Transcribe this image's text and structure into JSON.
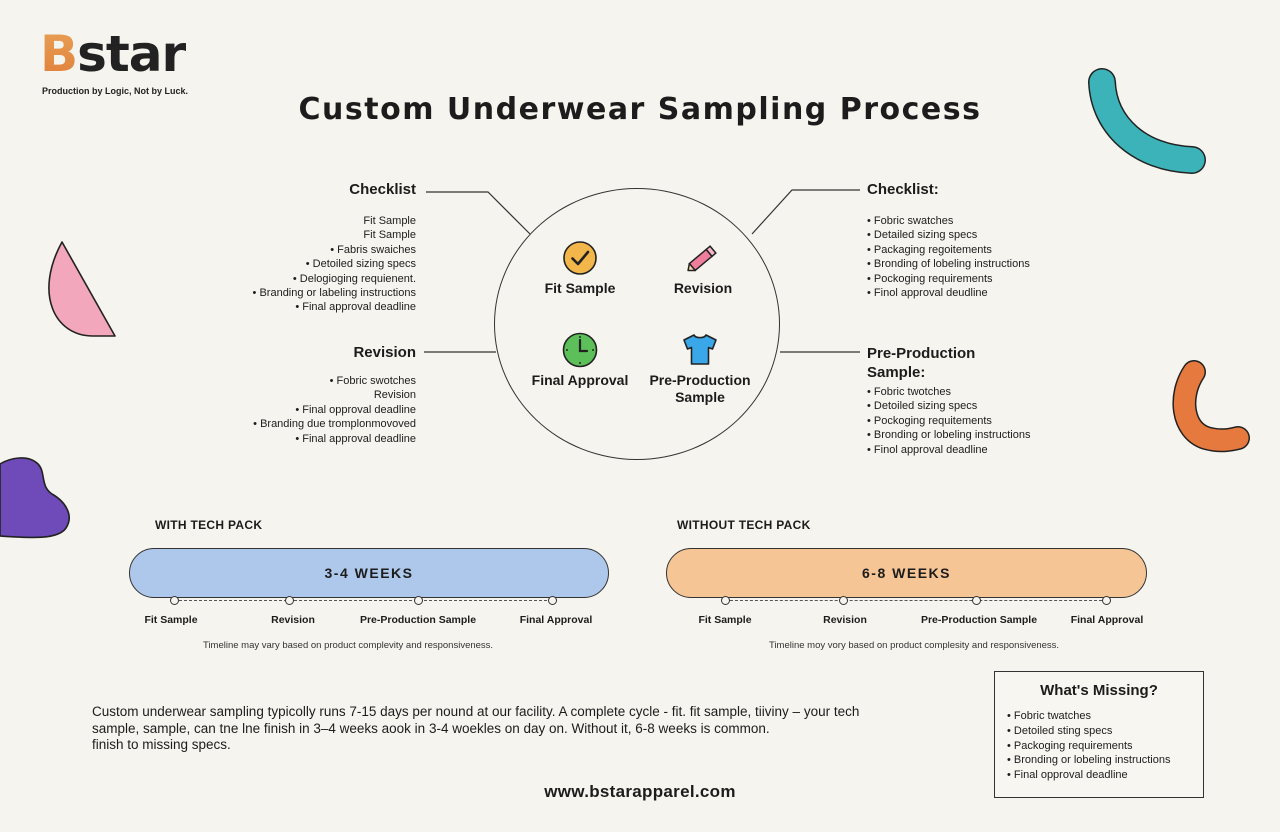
{
  "brand": {
    "logo_b": "B",
    "logo_rest": "star",
    "tagline": "Production by Logic, Not by Luck."
  },
  "title": "Custom Underwear Sampling Process",
  "colors": {
    "background": "#f6f4ee",
    "teal": "#3bb3b8",
    "pink": "#f2a7bc",
    "orange": "#e6793e",
    "purple": "#6e4bb8",
    "bar_blue": "#aec8ec",
    "bar_orange": "#f5c596",
    "icon_yellow": "#f3b64a",
    "icon_green": "#5cbf5a",
    "icon_blue": "#3aa7e8",
    "icon_pink": "#ef7e9c"
  },
  "diagram": {
    "center_items": [
      {
        "label": "Fit Sample",
        "icon": "check-circle-icon"
      },
      {
        "label": "Revision",
        "icon": "pencil-icon"
      },
      {
        "label": "Final Approval",
        "icon": "clock-icon"
      },
      {
        "label": "Pre-Production Sample",
        "label_line1": "Pre-Production",
        "label_line2": "Sample",
        "icon": "tshirt-icon"
      }
    ],
    "top_left": {
      "title": "Checklist",
      "items": [
        {
          "text": "Fit Sample",
          "bullet": false
        },
        {
          "text": "Fit Sample",
          "bullet": false
        },
        {
          "text": "Fabris swaiches",
          "bullet": true
        },
        {
          "text": "Detoiled sizing specs",
          "bullet": true
        },
        {
          "text": "Delogioging requienent.",
          "bullet": true
        },
        {
          "text": "Branding or labeling instructions",
          "bullet": true
        },
        {
          "text": "Final approval deadline",
          "bullet": true
        }
      ]
    },
    "bottom_left": {
      "title": "Revision",
      "items": [
        {
          "text": "Fobric swotches",
          "bullet": true
        },
        {
          "text": "Revision",
          "bullet": false
        },
        {
          "text": "Final opproval deadline",
          "bullet": true
        },
        {
          "text": "Branding due tromplonmovoved",
          "bullet": true
        },
        {
          "text": "Final approval deadline",
          "bullet": true
        }
      ]
    },
    "top_right": {
      "title": "Checklist:",
      "items": [
        {
          "text": "Fobric swatches",
          "bullet": true
        },
        {
          "text": "Detailed sizing specs",
          "bullet": true
        },
        {
          "text": "Packaging regoitements",
          "bullet": true
        },
        {
          "text": "Bronding of lobeling instructions",
          "bullet": true
        },
        {
          "text": "Pockoging requirements",
          "bullet": true
        },
        {
          "text": "Finol approval deudline",
          "bullet": true
        }
      ]
    },
    "bottom_right": {
      "title_line1": "Pre-Production",
      "title_line2": "Sample:",
      "items": [
        {
          "text": "Fobric twotches",
          "bullet": true
        },
        {
          "text": "Detoiled sizing specs",
          "bullet": true
        },
        {
          "text": "Pockoging requitements",
          "bullet": true
        },
        {
          "text": "Bronding or lobeling instructions",
          "bullet": true
        },
        {
          "text": "Finol approval deadline",
          "bullet": true
        }
      ]
    }
  },
  "timelines": [
    {
      "label": "WITH TECH PACK",
      "duration": "3-4 WEEKS",
      "steps": [
        "Fit Sample",
        "Revision",
        "Pre-Production Sample",
        "Final Approval"
      ],
      "note": "Timeline may vary based on product complevity and responsiveness."
    },
    {
      "label": "WITHOUT TECH PACK",
      "duration": "6-8 WEEKS",
      "steps": [
        "Fit Sample",
        "Revision",
        "Pre-Production Sample",
        "Final Approval"
      ],
      "note": "Timeline moy vory based on product complesity and responsiveness."
    }
  ],
  "summary": {
    "line1": "Custom underwear sampling typicolly runs 7-15 days per nound at our facility. A complete cycle - fit. fit sample, tiiviny – your tech",
    "line2": "sample,  sample, can tne lne finish in 3–4 weeks aook in 3-4 woekles on day on. Without it, 6-8 weeks is common.",
    "line3": "finish to missing specs."
  },
  "missing": {
    "title": "What's Missing?",
    "items": [
      "Fobric twatches",
      "Detoiled sting specs",
      "Packoging requirements",
      "Bronding or lobeling instructions",
      "Final opproval deadline"
    ]
  },
  "website": "www.bstarapparel.com"
}
